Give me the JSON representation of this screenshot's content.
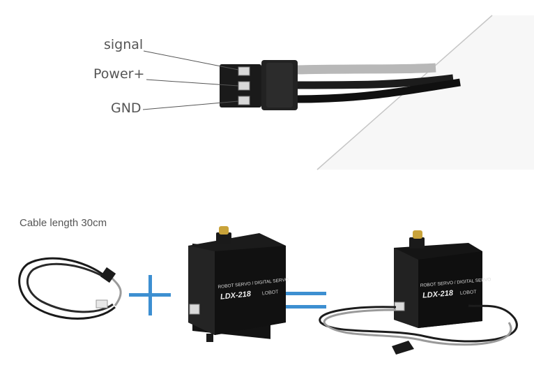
{
  "connector": {
    "pin_labels": {
      "signal": "signal",
      "power": "Power+",
      "gnd": "GND"
    }
  },
  "cable": {
    "caption": "Cable length 30cm"
  },
  "servo": {
    "brand_line": "ROBOT SERVO / DIGITAL SERVO",
    "model": "LDX-218",
    "maker": "LOBOT"
  },
  "colors": {
    "plus_sign": "#3d8fd1",
    "equals_sign": "#3d8fd1",
    "servo_body": "#151515",
    "horn_brass": "#c9a33a"
  }
}
